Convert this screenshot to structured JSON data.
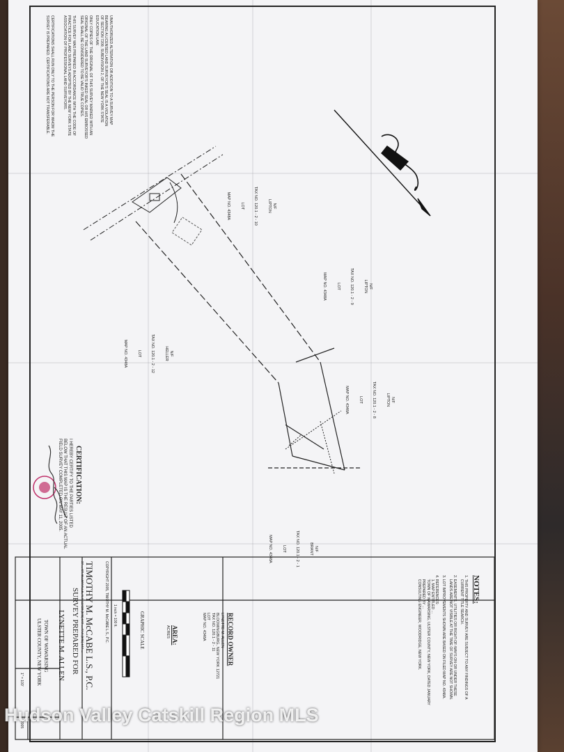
{
  "left_margin_notes": {
    "unauthorized": "UNAUTHORIZED ALTERATION OR ADDITION TO A SURVEY MAP\nBEARING A LICENSED LAND SURVEYOR'S SEAL IS A VIOLATION\nOF SECTION 7209, SUBDIVISION 2, OF THE NEW YORK STATE\nEDUCATION LAW.",
    "copies": "ONLY COPIES OF THE ORIGINAL OF THIS SURVEY MARKED WITH AN\nORIGINAL OF THE LAND SURVEYOR'S INKED SEAL OR HIS EMBOSSED\nSEAL SHALL BE CONSIDERED TO BE VALID TRUE COPIES.",
    "prepared": "THIS SURVEY WAS PREPARED IN ACCORDANCE WITH THE CODE OF\nPRACTICE FOR LAND SURVEYS ADOPTED BY THE NEW YORK STATE\nASSOCIATION OF PROFESSIONAL LAND SURVEYORS.",
    "certifications": "CERTIFICATIONS SHALL RUN ONLY TO THE PERSON FOR WHOM THE\nSURVEY IS PREPARED. CERTIFICATIONS ARE NOT TRANSFERABLE."
  },
  "certification": {
    "heading": "CERTIFICATION:",
    "body": "I HEREBY CERTIFY TO THE PARTIES LISTED\nBELOW THAT THIS MAP IS THE RESULT OF AN ACTUAL\nFIELD SURVEY COMPLETED ON MAY 11, 2005."
  },
  "parcels": [
    {
      "owner": "N/F\nLIPTON",
      "tax": "TAX NO. 120.1 - 2 - 10",
      "lot": "LOT",
      "map": "MAP NO. 4348A"
    },
    {
      "owner": "N/F\nLIPTON",
      "tax": "TAX NO. 120.1 - 2 - 9",
      "lot": "LOT",
      "map": "MAP NO. 4348A"
    },
    {
      "owner": "N/F\nHELLER",
      "tax": "TAX NO. 120.1 - 2 - 12",
      "lot": "LOT",
      "map": "MAP NO. 4348A"
    },
    {
      "owner": "N/F\nLIPTON",
      "tax": "TAX NO. 120.1 - 2 - 8",
      "lot": "LOT",
      "map": "MAP NO. 4348A"
    },
    {
      "owner": "N/F\nBRANT",
      "tax": "TAX NO. 120.1 - 2 - 1",
      "lot": "LOT",
      "map": "MAP NO. 4348A"
    }
  ],
  "notes": {
    "heading": "NOTES:",
    "items": [
      "1. THIS PROPERTY AND SURVEY ARE SUBJECT TO ANY FINDINGS OF A\n    CURRENT TITLE SEARCH.",
      "2. EASEMENTS, UTILITIES OR RIGHT-OF-WAYS ON OR UNDER THESE\n    LANDS ARE NOT VISIBLE AT THE TIME OF SURVEY ARE NOT SHOWN.",
      "3. LOT IMPROVEMENTS SHOWN ARE BASED ON FILED MAP NO. 4348A.",
      "4. REFERENCES:\n    1. MAP ENTITLED ...\n    TOWN OF WAWARSING, ULSTER COUNTY, NEW YORK, DATED JANUARY\n    PREPARED BY ...\n    CONSULTING ENGINEER, WOODRIDGE, NEW YORK."
    ]
  },
  "record_owner": {
    "heading": "RECORD OWNER",
    "lines": "LYNETTE M. ALLEN\nBLOOMINGBURG, NEW YORK 12721\nTAX NO. 120.1 - 2 - 11\nLOT\nMAP NO. 4348A"
  },
  "area": {
    "heading": "AREA:",
    "value": "ACRES"
  },
  "graphic_scale": {
    "label": "GRAPHIC SCALE",
    "unit": "1 inch = 100 ft."
  },
  "copyright": "COPYRIGHT 2005, TIMOTHY M. McCABE L.S., P.C.",
  "title_block": {
    "firm": "TIMOTHY M. McCABE L.S., P.C.",
    "address": "27 ... ST. ELLENVILLE, N.Y. 12428 (845) 647-... FAX (845) 647-...",
    "survey_for": "SURVEY PREPARED FOR",
    "client": "LYNETTE M. ALLEN",
    "town": "TOWN OF WAWARSING",
    "county": "ULSTER COUNTY, NEW YORK",
    "scale": "1\" = 100'",
    "year": "2005"
  },
  "watermark": "Hudson Valley Catskill Region MLS",
  "colors": {
    "paper": "#f4f4f6",
    "ink": "#222222",
    "seal": "#c0306a",
    "watermark": "#ffffff"
  },
  "icons": [
    "north-arrow-icon",
    "surveyor-seal-icon",
    "signature-icon"
  ]
}
